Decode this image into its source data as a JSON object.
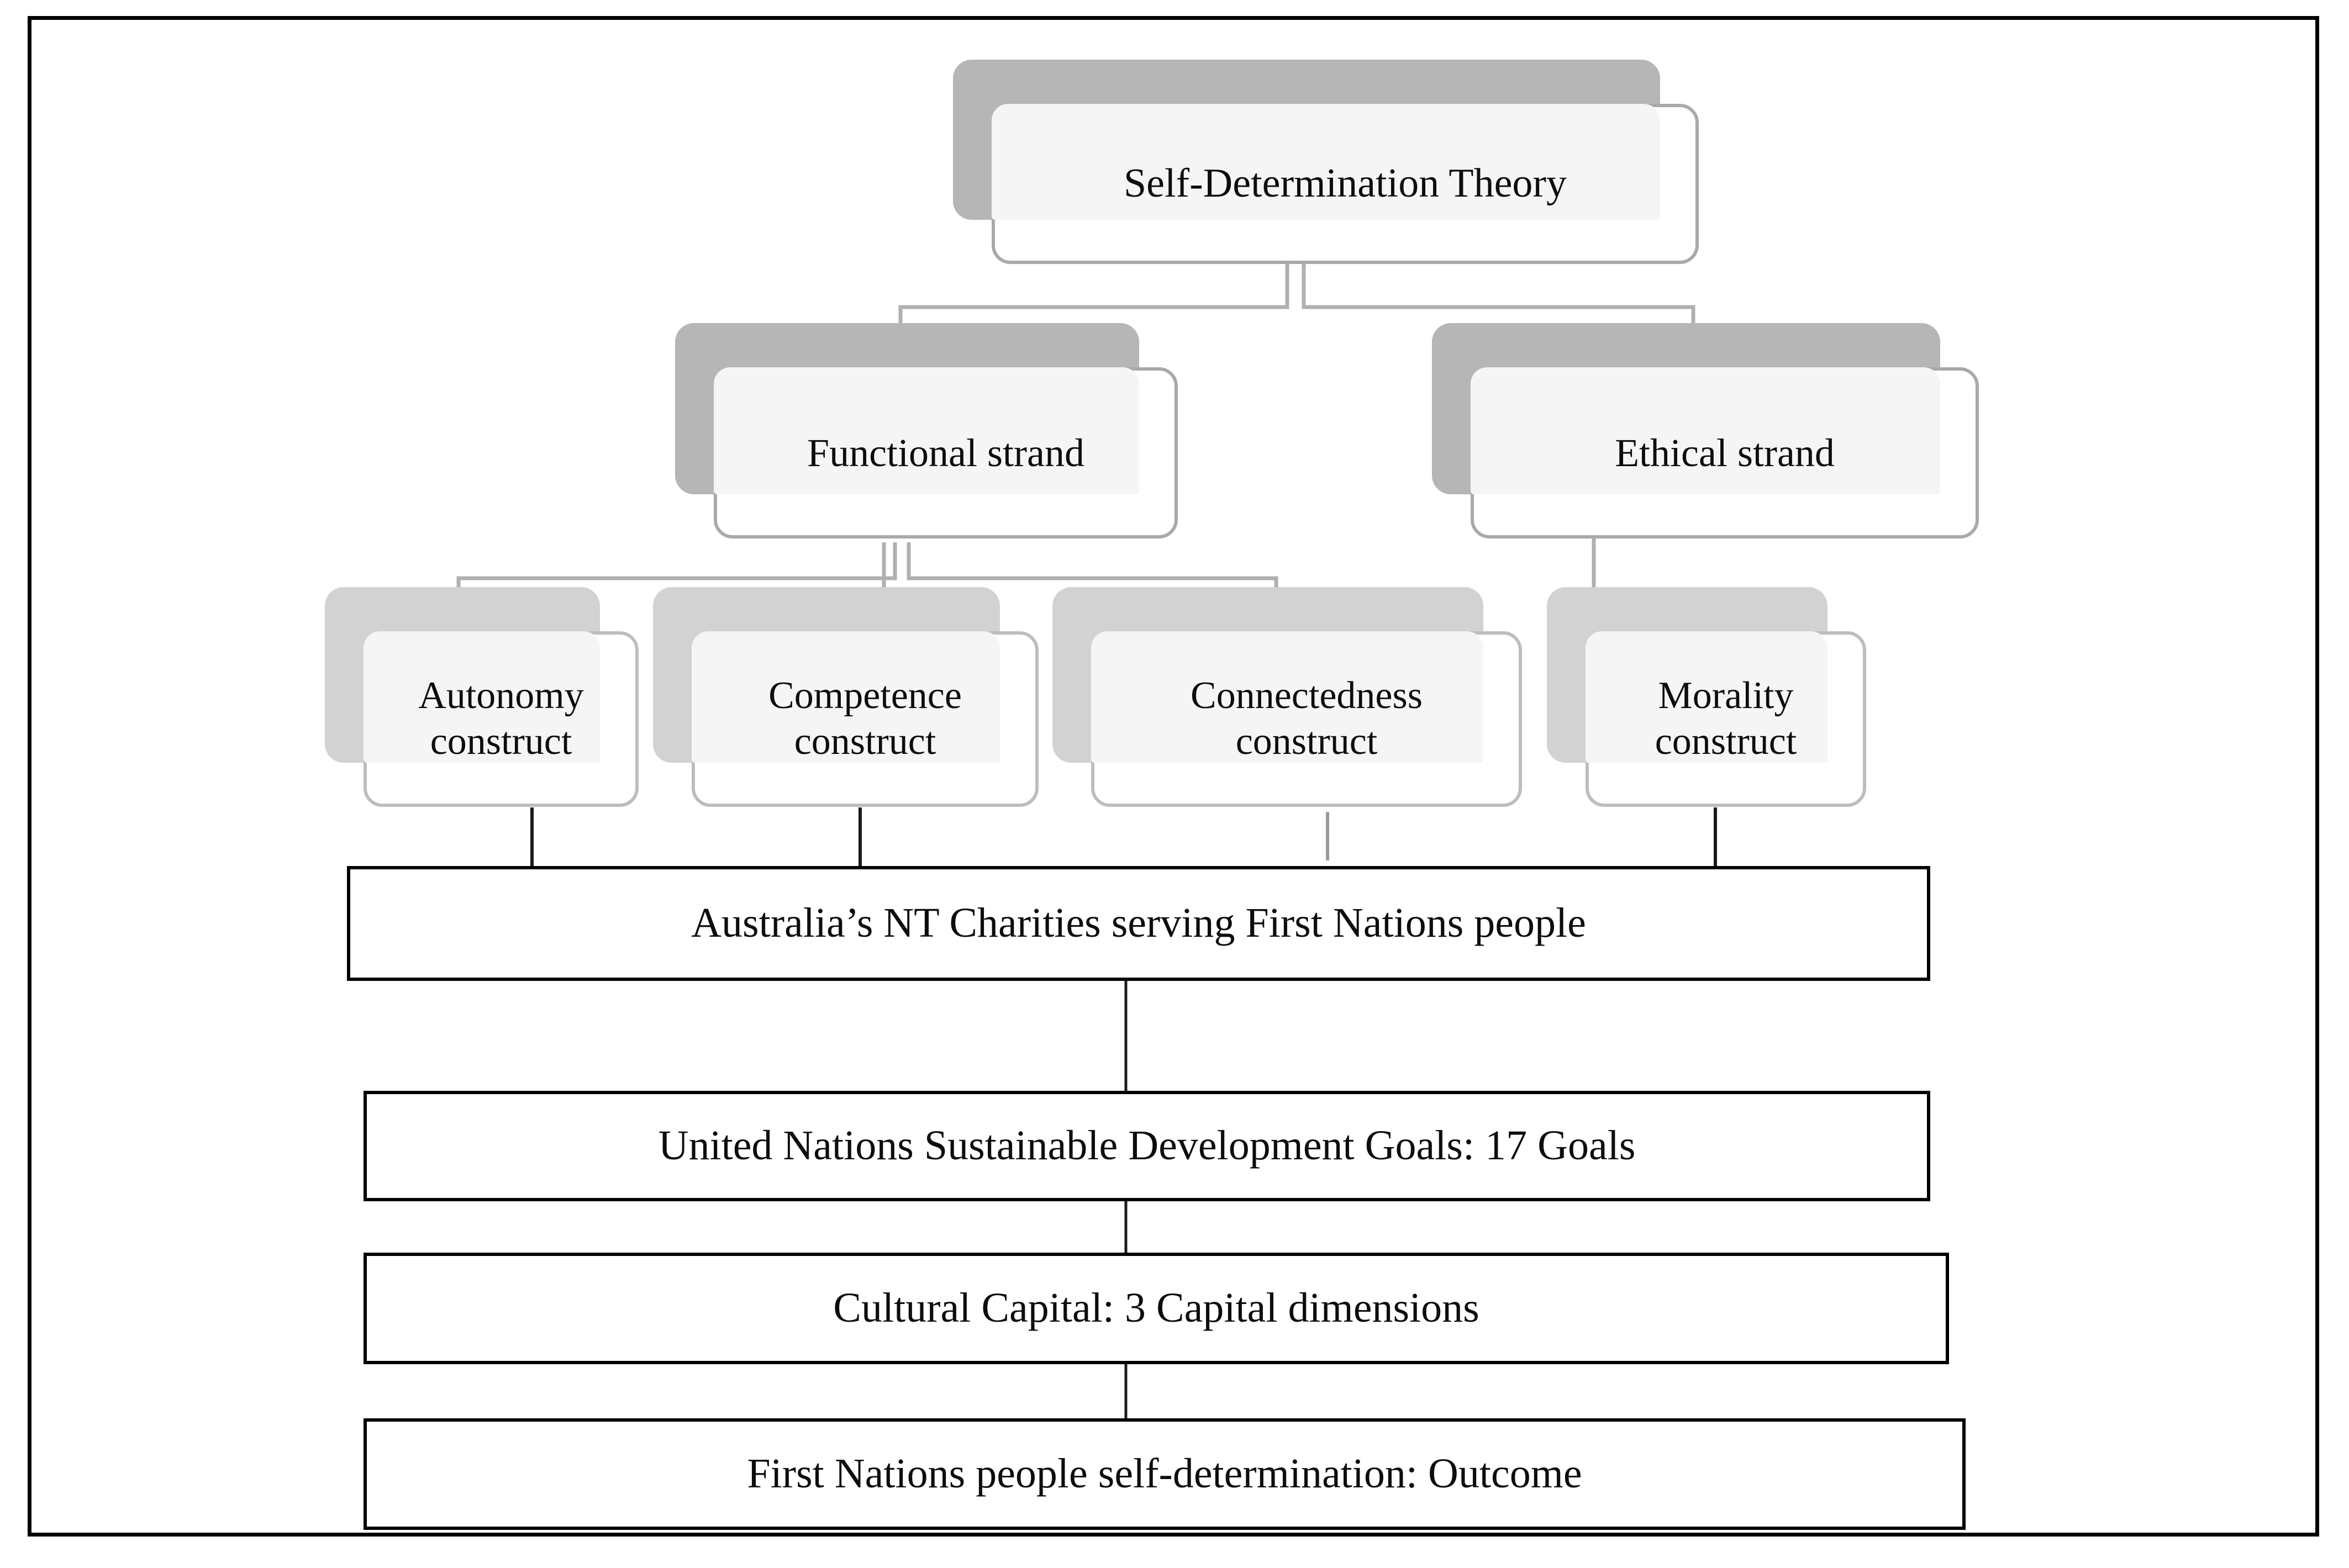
{
  "figure": {
    "type": "hierarchy-flowchart",
    "border_color": "#000000",
    "node_fill": "#ffffff",
    "node_sheen": "#f5f5f5",
    "shadow_color": "#b6b6b6",
    "pale_shadow_color": "#d2d2d2",
    "connector_color_rounded": "#b0b0b0",
    "connector_color_plain": "#1a1a1a",
    "text_color": "#0d0d0d"
  },
  "nodes": {
    "root": {
      "label": "Self-Determination Theory"
    },
    "strands": [
      {
        "id": "functional",
        "label": "Functional strand"
      },
      {
        "id": "ethical",
        "label": "Ethical strand"
      }
    ],
    "constructs": [
      {
        "id": "autonomy",
        "label": "Autonomy\nconstruct"
      },
      {
        "id": "competence",
        "label": "Competence\nconstruct"
      },
      {
        "id": "connectedness",
        "label": "Connectedness\nconstruct"
      },
      {
        "id": "morality",
        "label": "Morality\nconstruct"
      }
    ],
    "chain": [
      {
        "id": "charities",
        "label": "Australia’s NT Charities serving First Nations people"
      },
      {
        "id": "sdg",
        "label": "United Nations Sustainable Development Goals: 17 Goals"
      },
      {
        "id": "capital",
        "label": "Cultural Capital: 3 Capital dimensions"
      },
      {
        "id": "outcome",
        "label": "First Nations people self-determination: Outcome"
      }
    ]
  },
  "edges": [
    {
      "from": "root",
      "to": "functional"
    },
    {
      "from": "root",
      "to": "ethical"
    },
    {
      "from": "functional",
      "to": "autonomy"
    },
    {
      "from": "functional",
      "to": "competence"
    },
    {
      "from": "functional",
      "to": "connectedness"
    },
    {
      "from": "ethical",
      "to": "morality"
    },
    {
      "from": "autonomy",
      "to": "charities"
    },
    {
      "from": "competence",
      "to": "charities"
    },
    {
      "from": "connectedness",
      "to": "charities"
    },
    {
      "from": "morality",
      "to": "charities"
    },
    {
      "from": "charities",
      "to": "sdg"
    },
    {
      "from": "sdg",
      "to": "capital"
    },
    {
      "from": "capital",
      "to": "outcome"
    }
  ]
}
